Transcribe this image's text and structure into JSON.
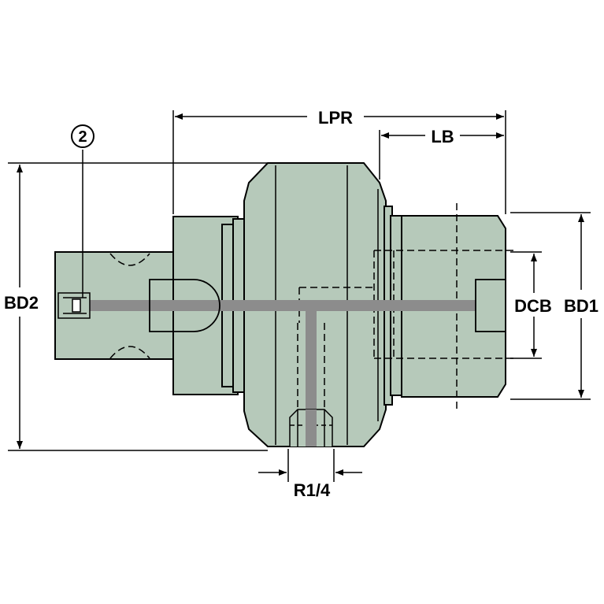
{
  "labels": {
    "lpr": "LPR",
    "lb": "LB",
    "bd2": "BD2",
    "bd1": "BD1",
    "dcb": "DCB",
    "r14": "R1/4",
    "callout": "2"
  },
  "colors": {
    "body": "#b6c9ba",
    "outline": "#000000",
    "coolant": "#8c8c8c",
    "background": "#ffffff"
  }
}
